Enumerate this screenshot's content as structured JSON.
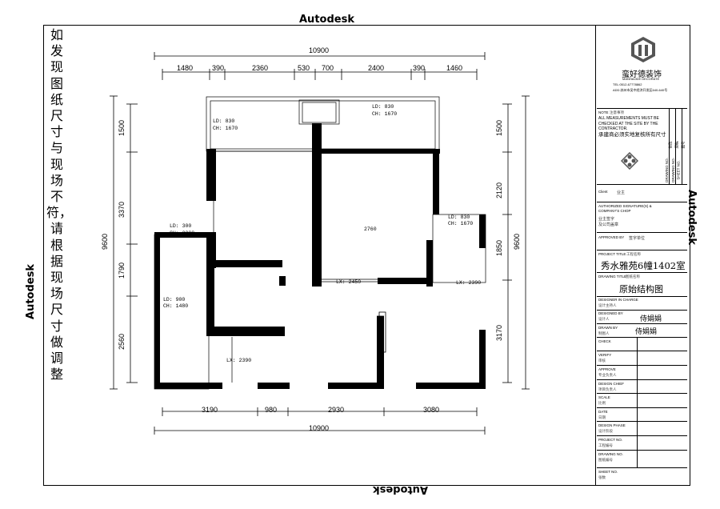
{
  "watermark": "Autodesk",
  "side_note": "如发现图纸尺寸与现场不符，请根据现场尺寸做调整",
  "plan": {
    "dims_top_total": "10900",
    "dims_top": [
      "1480",
      "390",
      "2360",
      "530",
      "700",
      "2400",
      "390",
      "1460"
    ],
    "dims_bottom": [
      "3190",
      "980",
      "2930",
      "3080"
    ],
    "dims_bottom_total": "10900",
    "dims_left": [
      "1500",
      "3370",
      "1790",
      "2560"
    ],
    "dims_left_total": "9600",
    "dims_right": [
      "1500",
      "2120",
      "1850",
      "3170"
    ],
    "dims_right_total": "9600",
    "labels": [
      {
        "id": "win-top-right-ld",
        "text": "LD: 830"
      },
      {
        "id": "win-top-right-ch",
        "text": "CH: 1670"
      },
      {
        "id": "win-top-left-ld",
        "text": "LD: 830"
      },
      {
        "id": "win-top-left-ch",
        "text": "CH: 1670"
      },
      {
        "id": "beam-top",
        "text": "LX: 2390"
      },
      {
        "id": "win-right-ld",
        "text": "LD: 830"
      },
      {
        "id": "win-right-ch",
        "text": "CH: 1670"
      },
      {
        "id": "win-left-ld",
        "text": "LD: 300"
      },
      {
        "id": "win-left-ch",
        "text": "CH: 2200"
      },
      {
        "id": "win-left2-ld",
        "text": "LD: 900"
      },
      {
        "id": "win-left2-ch",
        "text": "CH: 1480"
      },
      {
        "id": "height-mark",
        "text": "2760"
      },
      {
        "id": "beam-mid",
        "text": "LX: 2450"
      },
      {
        "id": "beam-right",
        "text": "LX: 2390"
      },
      {
        "id": "beam-bottom",
        "text": "LX: 2390"
      }
    ]
  },
  "title_block": {
    "company": "蛮好德装饰",
    "company_en": "MANHAODE DECORATE",
    "tel": "TEL:0512-67778862",
    "address": "ADD:苏州市吴中经济开发区640-640号",
    "note_label": "NOTE",
    "note_label_cn": "注意事项",
    "note_en": "ALL MEASUREMENTS MUST BE CHECKED AT THE SITE BY THE CONTRACTOR.",
    "note_cn": "承建商必须实地复核所有尺寸",
    "side_labels": [
      "DRAWING NO.",
      "DRAWING NO.",
      "SHEET NO."
    ],
    "side_values": [
      "修改",
      "原稿",
      "图号"
    ],
    "client_label": "Client",
    "client_value": "业主",
    "auth_label": "AUTHORIZED SIGNATURE(S) & COMPANY'S CHOP",
    "auth_cn1": "业主签字",
    "auth_cn2": "及公司盖章",
    "approved_label": "APPROVED BY",
    "approved_value": "签字单位",
    "project_label": "PROJECT TITLE",
    "project_label_cn": "工程名称",
    "project_value": "秀水雅苑6幢1402室",
    "drawing_label": "DRAWING TITLE",
    "drawing_label_cn": "图纸名称",
    "drawing_value": "原始结构图",
    "designer_label": "DESIGNER IN CHARGE",
    "designer_label_cn": "设计主持人",
    "designed_label": "DESIGNED BY",
    "designed_label_cn": "设计人",
    "designed_value": "侍娟娟",
    "drawn_label": "DRAWN BY",
    "drawn_label_cn": "制图人",
    "drawn_value": "侍娟娟",
    "rows": [
      {
        "label": "CHECK",
        "cn": ""
      },
      {
        "label": "VERIFY",
        "cn": "审核"
      },
      {
        "label": "APPROVE",
        "cn": "专业负责人"
      },
      {
        "label": "DESIGN CHIEF",
        "cn": "项目负责人"
      },
      {
        "label": "SCALE",
        "cn": "比例"
      },
      {
        "label": "DATE",
        "cn": "日期"
      },
      {
        "label": "DESIGN PHASE",
        "cn": "设计阶段"
      },
      {
        "label": "PROJECT NO.",
        "cn": "工程编号"
      },
      {
        "label": "DRAWING NO.",
        "cn": "图纸编号"
      },
      {
        "label": "SHEET NO.",
        "cn": "张数"
      }
    ]
  }
}
